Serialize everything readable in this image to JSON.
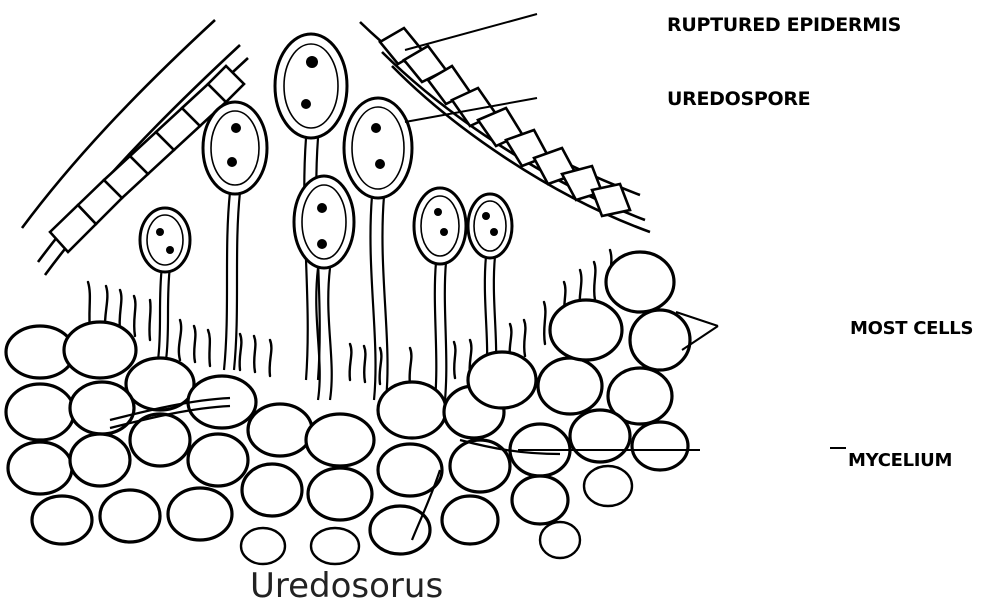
{
  "labels": {
    "ruptured_epidermis": "RUPTURED EPIDERMIS",
    "uredospore": "UREDOSPORE",
    "most_cells": "MOST CELLS",
    "mycelium": "MYCELIUM"
  },
  "caption": "Uredosorus"
}
